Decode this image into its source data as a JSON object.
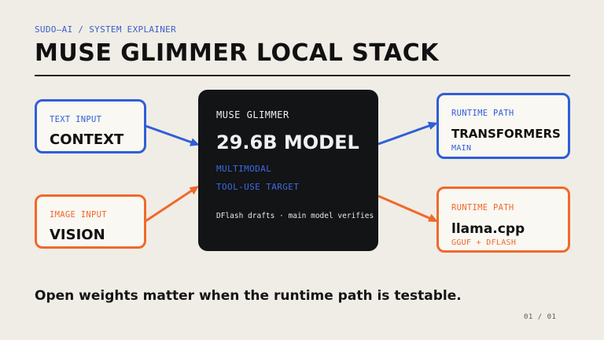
{
  "header": {
    "eyebrow": "SUDO—AI / SYSTEM EXPLAINER",
    "title": "MUSE GLIMMER LOCAL STACK"
  },
  "inputs": {
    "text": {
      "label": "TEXT INPUT",
      "value": "CONTEXT"
    },
    "image": {
      "label": "IMAGE INPUT",
      "value": "VISION"
    }
  },
  "model": {
    "name": "MUSE GLIMMER",
    "size": "29.6B MODEL",
    "tags": [
      "MULTIMODAL",
      "TOOL-USE TARGET"
    ],
    "note": "DFlash drafts · main model verifies"
  },
  "runtimes": {
    "transformers": {
      "label": "RUNTIME PATH",
      "name": "TRANSFORMERS",
      "sub": "MAIN"
    },
    "llamacpp": {
      "label": "RUNTIME PATH",
      "name": "llama.cpp",
      "sub": "GGUF + DFLASH"
    }
  },
  "footer": {
    "tagline": "Open weights matter when the runtime path is testable.",
    "page": "01 / 01"
  },
  "colors": {
    "blue": "#2f5fd8",
    "orange": "#f0692c",
    "dark": "#121416",
    "background": "#f0ede6"
  }
}
